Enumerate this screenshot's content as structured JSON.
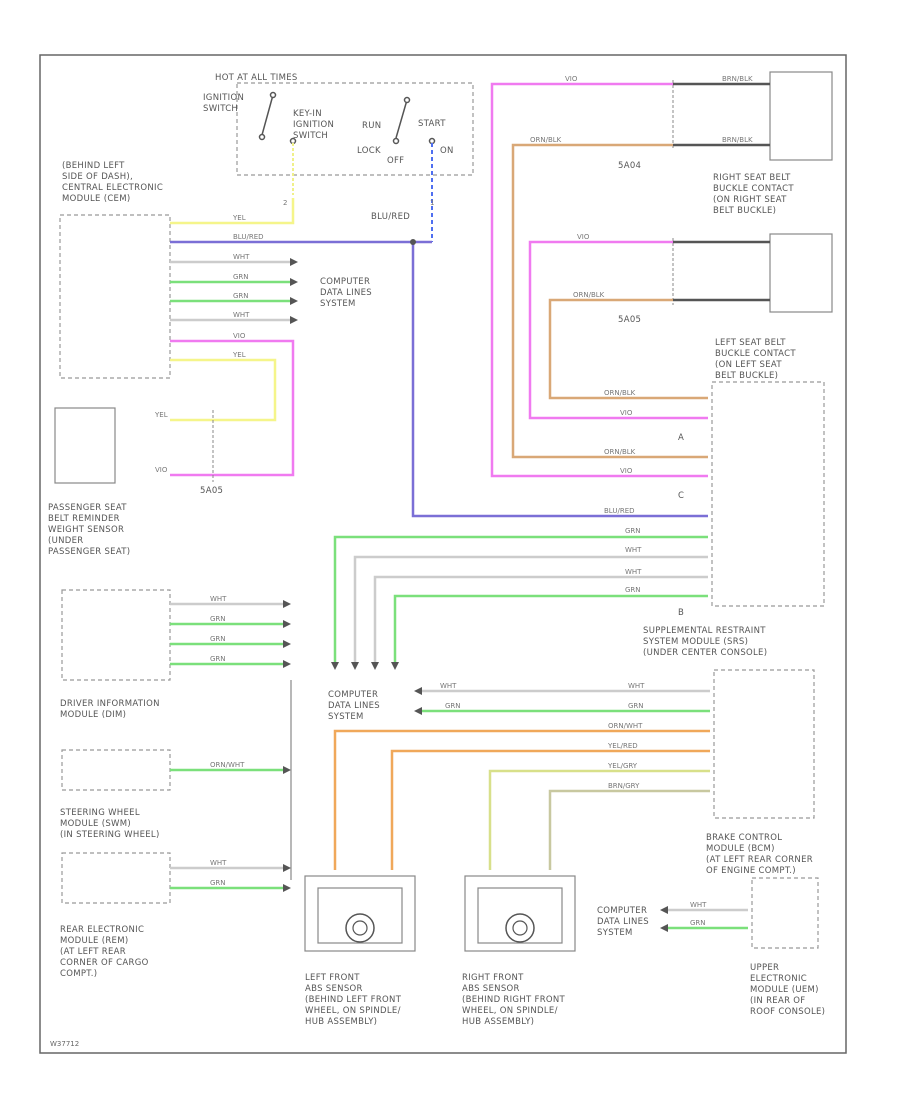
{
  "labels": {
    "hot_at_all_times": "HOT AT ALL TIMES",
    "ignition_switch": "IGNITION\nSWITCH",
    "key_in_ignition_switch": "KEY-IN\nIGNITION\nSWITCH",
    "run": "RUN",
    "lock": "LOCK",
    "off": "OFF",
    "start": "START",
    "on": "ON",
    "central_module": "(BEHIND LEFT\nSIDE OF DASH),\nCENTRAL ELECTRONIC\nMODULE (CEM)",
    "computer_data_lines_1": "COMPUTER\nDATA LINES\nSYSTEM",
    "computer_data_lines_2": "COMPUTER\nDATA LINES\nSYSTEM",
    "computer_data_lines_3": "COMPUTER\nDATA LINES\nSYSTEM",
    "blu_red_splice": "BLU/RED",
    "right_seat_belt": "RIGHT SEAT BELT\nBUCKLE CONTACT\n(ON RIGHT SEAT\nBELT BUCKLE)",
    "left_seat_belt": "LEFT SEAT BELT\nBUCKLE CONTACT\n(ON LEFT SEAT\nBELT BUCKLE)",
    "passenger_sensor": "PASSENGER SEAT\nBELT REMINDER\nWEIGHT SENSOR\n(UNDER\nPASSENGER SEAT)",
    "srs_module": "SUPPLEMENTAL RESTRAINT\nSYSTEM MODULE (SRS)\n(UNDER CENTER CONSOLE)",
    "dim": "DRIVER INFORMATION\nMODULE (DIM)",
    "swm": "STEERING WHEEL\nMODULE (SWM)\n(IN STEERING WHEEL)",
    "rem": "REAR ELECTRONIC\nMODULE (REM)\n(AT LEFT REAR\nCORNER OF CARGO\nCOMPT.)",
    "bcm": "BRAKE CONTROL\nMODULE (BCM)\n(AT LEFT REAR CORNER\nOF ENGINE COMPT.)",
    "uem": "UPPER\nELECTRONIC\nMODULE (UEM)\n(IN REAR OF\nROOF CONSOLE)",
    "lf_abs": "LEFT FRONT\nABS SENSOR\n(BEHIND LEFT FRONT\nWHEEL, ON SPINDLE/\nHUB ASSEMBLY)",
    "rf_abs": "RIGHT FRONT\nABS SENSOR\n(BEHIND RIGHT FRONT\nWHEEL, ON SPINDLE/\nHUB ASSEMBLY)",
    "sa05_1": "5A05",
    "sa05_2": "5A04",
    "sa05_3": "5A05",
    "footer": "W37712",
    "a_mark": "A",
    "b_mark": "B",
    "c_mark": "C"
  },
  "wire_labels": {
    "yel": "YEL",
    "blu_red": "BLU/RED",
    "wht": "WHT",
    "grn": "GRN",
    "vio": "VIO",
    "orn_blk": "ORN/BLK",
    "orn_wht": "ORN/WHT",
    "yel_red": "YEL/RED",
    "yel_gry": "YEL/GRY",
    "brn_gry": "BRN/GRY",
    "brn_blk": "BRN/BLK"
  },
  "colors": {
    "yel": "#f5f58a",
    "blu": "#7b6fd6",
    "grn": "#7be07b",
    "wht": "#cccccc",
    "vio": "#f07af0",
    "orn": "#d9a877",
    "orn2": "#f0a85a",
    "ygry": "#d8e08a",
    "brngry": "#c8c8a0",
    "dash_blue": "#4f6ff0",
    "blk": "#555555"
  }
}
